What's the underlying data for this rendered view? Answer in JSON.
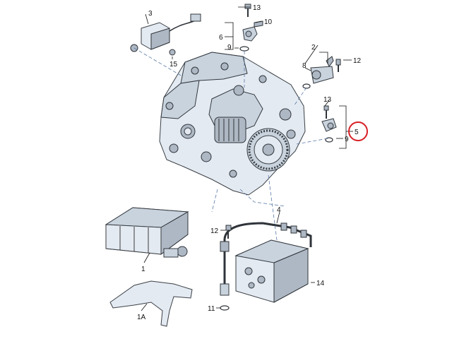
{
  "diagram": {
    "labels": {
      "main_controller": "1",
      "bracket": "1A",
      "harness_connector_top": "2",
      "sensor_module": "3",
      "wiring_harness": "4",
      "temp_sender": "5",
      "speed_sensor_top": "6",
      "sender_right": "8",
      "oring_top": "9",
      "oring_right": "9",
      "clip_top": "10",
      "oring_bottom": "11",
      "bolt_top": "13",
      "bolt_right": "13",
      "bolt_right_upper": "12",
      "bolt_left": "12",
      "mechatronic_unit": "14",
      "nut_sensor": "15"
    },
    "highlight_color": "#d81f26"
  }
}
